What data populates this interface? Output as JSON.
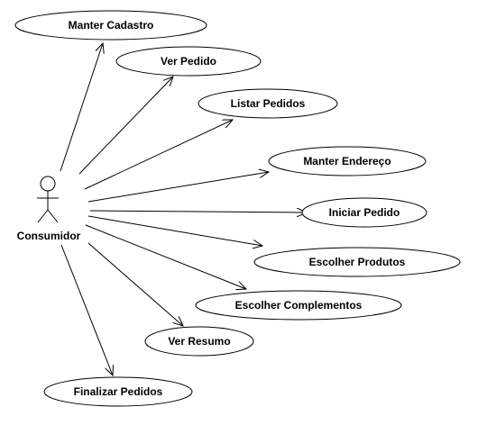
{
  "diagram": {
    "actor": {
      "label": "Consumidor"
    },
    "use_cases": [
      {
        "id": "manter-cadastro",
        "label": "Manter Cadastro"
      },
      {
        "id": "ver-pedido",
        "label": "Ver Pedido"
      },
      {
        "id": "listar-pedidos",
        "label": "Listar Pedidos"
      },
      {
        "id": "manter-endereco",
        "label": "Manter Endereço"
      },
      {
        "id": "iniciar-pedido",
        "label": "Iniciar Pedido"
      },
      {
        "id": "escolher-produtos",
        "label": "Escolher Produtos"
      },
      {
        "id": "escolher-complementos",
        "label": "Escolher Complementos"
      },
      {
        "id": "ver-resumo",
        "label": "Ver Resumo"
      },
      {
        "id": "finalizar-pedidos",
        "label": "Finalizar Pedidos"
      }
    ]
  }
}
